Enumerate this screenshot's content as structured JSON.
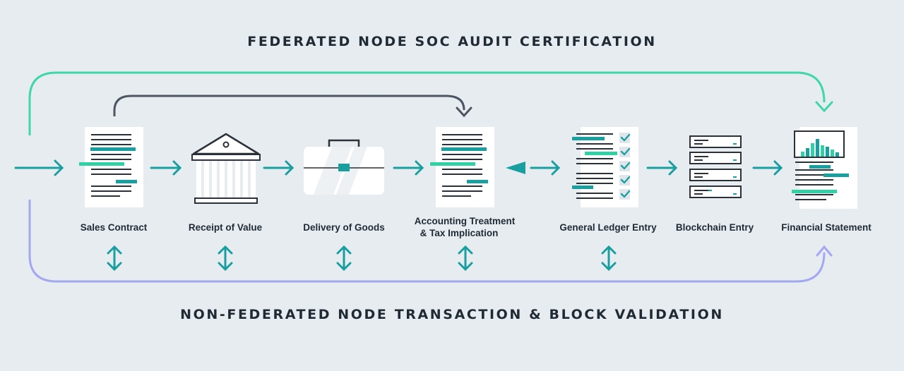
{
  "titles": {
    "top": "FEDERATED NODE SOC AUDIT CERTIFICATION",
    "bottom": "NON-FEDERATED NODE TRANSACTION & BLOCK VALIDATION"
  },
  "steps": [
    {
      "label": "Sales Contract",
      "icon": "document-icon"
    },
    {
      "label": "Receipt of Value",
      "icon": "bank-building-icon"
    },
    {
      "label": "Delivery of Goods",
      "icon": "briefcase-icon"
    },
    {
      "label": "Accounting Treatment",
      "label_line2": "& Tax Implication",
      "icon": "document-icon"
    },
    {
      "label": "General Ledger Entry",
      "icon": "checklist-document-icon"
    },
    {
      "label": "Blockchain Entry",
      "icon": "server-stack-icon"
    },
    {
      "label": "Financial Statement",
      "icon": "report-chart-icon"
    }
  ],
  "colors": {
    "teal": "#1a9fa0",
    "mint": "#2fd1a5",
    "green_line": "#3fd7aa",
    "purple_line": "#a3a8f0",
    "dark_line": "#4d5660",
    "text": "#1f2a33",
    "background": "#e7ecf1"
  }
}
